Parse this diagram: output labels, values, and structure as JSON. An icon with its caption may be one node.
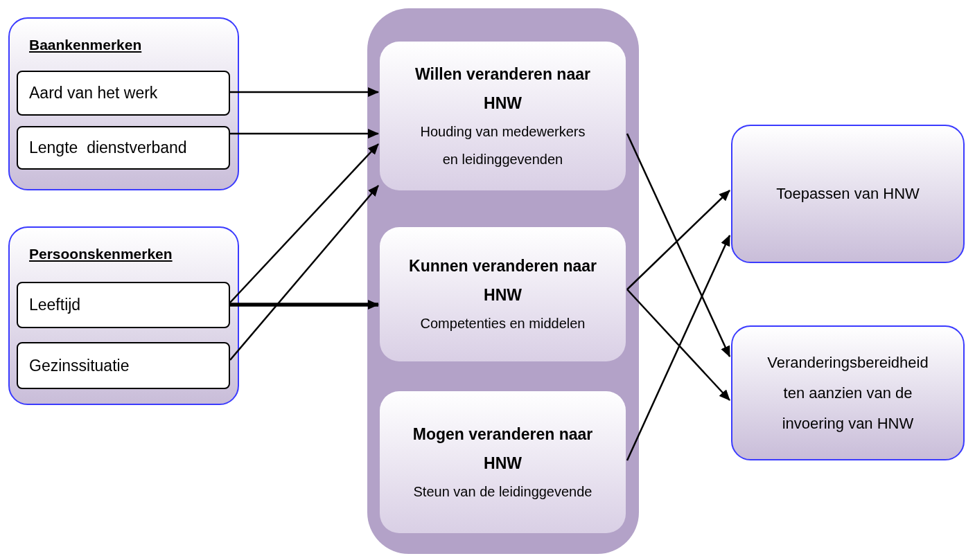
{
  "diagram": {
    "nodes": [
      {
        "text": [
          "Baankenmerken"
        ]
      },
      {
        "text": [
          "Aard van het werk"
        ],
        "in": 0
      },
      {
        "text": [
          "Lengte  dienstverband"
        ],
        "in": 0
      },
      {
        "text": [
          "Persoonskenmerken"
        ]
      },
      {
        "text": [
          "Leeftijd"
        ],
        "in": 3
      },
      {
        "text": [
          "Gezinssituatie"
        ],
        "in": 3
      },
      {
        "text": [],
        "shape": "box"
      },
      {
        "text": [
          "Willen veranderen naar HNW",
          "Houding van medewerkers en leidinggevenden"
        ],
        "in": 6
      },
      {
        "text": [
          "Kunnen veranderen naar HNW",
          "Competenties en middelen"
        ],
        "in": 6
      },
      {
        "text": [
          "Mogen veranderen naar HNW",
          "Steun van de leidinggevende"
        ],
        "in": 6
      },
      {
        "text": [
          "Toepassen van HNW"
        ]
      },
      {
        "text": [
          "Veranderingsbereidheid ten aanzien van de invoering van HNW"
        ]
      }
    ],
    "edges": [
      {
        "from": 1,
        "to": 7,
        "arrow": "to"
      },
      {
        "from": 2,
        "to": 7,
        "arrow": "to"
      },
      {
        "from": 4,
        "to": 7,
        "arrow": "to"
      },
      {
        "from": 5,
        "to": 7,
        "arrow": "to"
      },
      {
        "from": 4,
        "to": 8,
        "arrow": "to",
        "style": "thick"
      },
      {
        "from": 7,
        "to": 11,
        "arrow": "to"
      },
      {
        "from": 8,
        "to": 10,
        "arrow": "to"
      },
      {
        "from": 8,
        "to": 11,
        "arrow": "to"
      },
      {
        "from": 9,
        "to": 10,
        "arrow": "to"
      }
    ]
  }
}
